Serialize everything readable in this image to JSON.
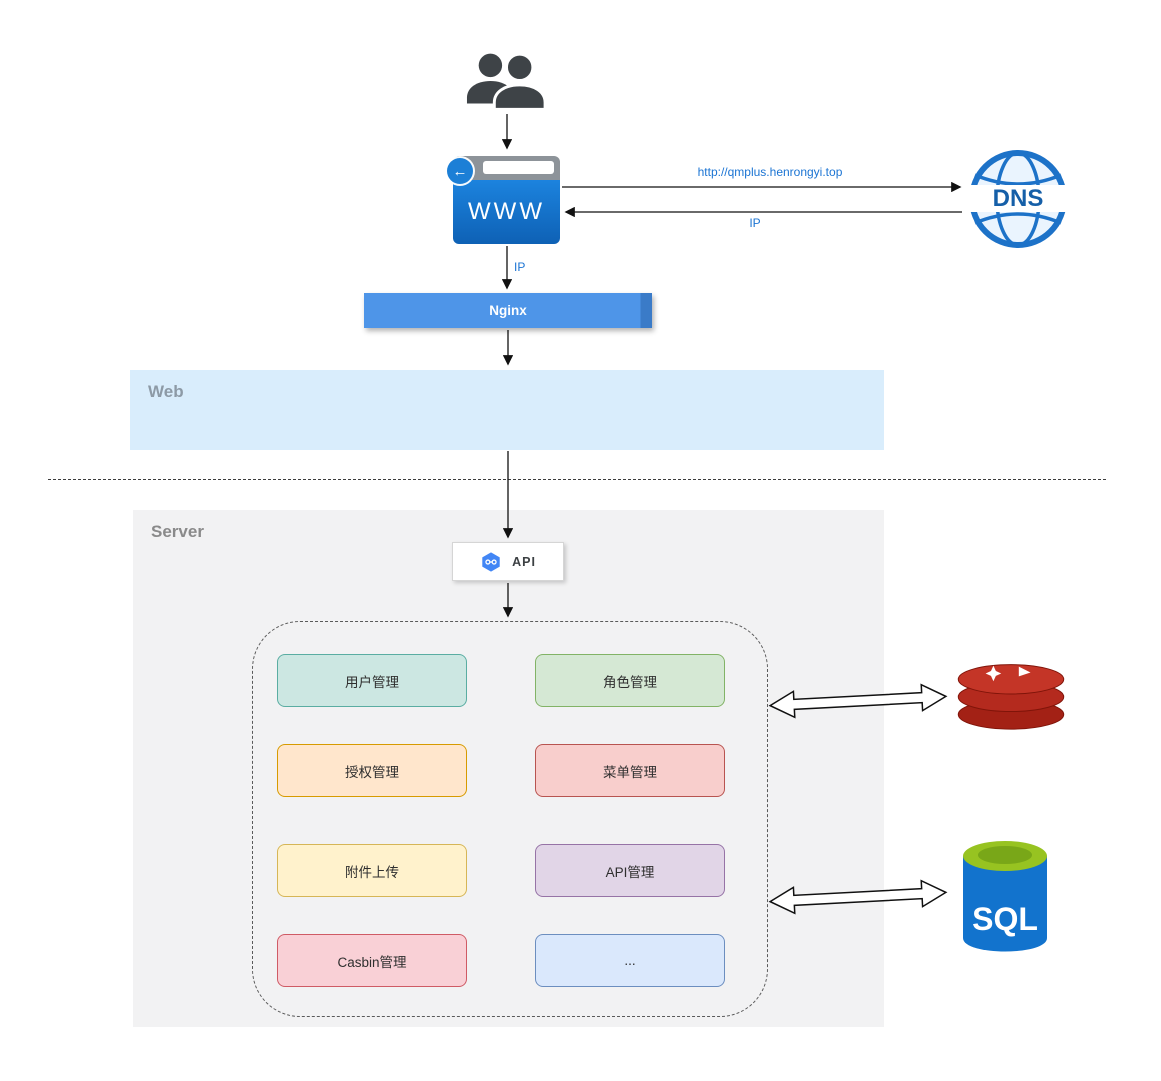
{
  "nodes": {
    "browser_label": "WWW",
    "dns_label": "DNS",
    "nginx_label": "Nginx",
    "web_zone_label": "Web",
    "server_zone_label": "Server",
    "api_label": "API",
    "sql_label": "SQL"
  },
  "edge_labels": {
    "dns_request": "http://qmplus.henrongyi.top",
    "dns_response": "IP",
    "browser_to_nginx": "IP"
  },
  "modules": [
    {
      "label": "用户管理",
      "fill": "#cce7e2",
      "border": "#5aada2"
    },
    {
      "label": "角色管理",
      "fill": "#d5e8d4",
      "border": "#82b366"
    },
    {
      "label": "授权管理",
      "fill": "#ffe6cc",
      "border": "#d79b00"
    },
    {
      "label": "菜单管理",
      "fill": "#f8cecc",
      "border": "#b85450"
    },
    {
      "label": "附件上传",
      "fill": "#fff2cc",
      "border": "#d6b656"
    },
    {
      "label": "API管理",
      "fill": "#e1d5e7",
      "border": "#9673a6"
    },
    {
      "label": "Casbin管理",
      "fill": "#f9d0d6",
      "border": "#cf5b65"
    },
    {
      "label": "...",
      "fill": "#dae8fc",
      "border": "#6c8ebf"
    }
  ],
  "icons": {
    "users": "users-icon",
    "browser": "browser-window-icon",
    "back_arrow": "back-arrow-icon",
    "dns_globe": "dns-globe-icon",
    "api_hexagon": "api-hexagon-icon",
    "redis": "redis-database-icon",
    "sql_database": "sql-database-icon"
  },
  "colors": {
    "edge_label": "#1b74d3",
    "nginx_fill": "#4e95e8",
    "web_zone_fill": "#d9edfc",
    "server_zone_fill": "#f2f2f3",
    "browser_fill": "#1373cf",
    "dns_blue": "#1d72c8",
    "redis_red": "#b42a1e",
    "sql_blue": "#1273cd",
    "sql_top_green": "#97c321"
  }
}
